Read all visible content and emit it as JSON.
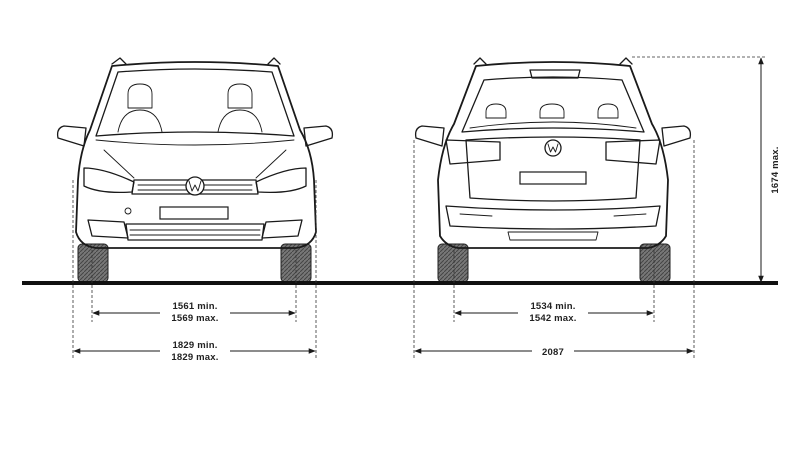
{
  "front_view": {
    "track": {
      "min": "1561 min.",
      "max": "1569 max."
    },
    "width": {
      "min": "1829 min.",
      "max": "1829 max."
    }
  },
  "rear_view": {
    "track": {
      "min": "1534 min.",
      "max": "1542 max."
    },
    "width_mirrors": "2087"
  },
  "height": "1674 max.",
  "colors": {
    "line": "#1a1a1a",
    "tire": "#555555",
    "background": "#ffffff"
  },
  "icons": [
    "vw-logo-front",
    "vw-logo-rear"
  ]
}
